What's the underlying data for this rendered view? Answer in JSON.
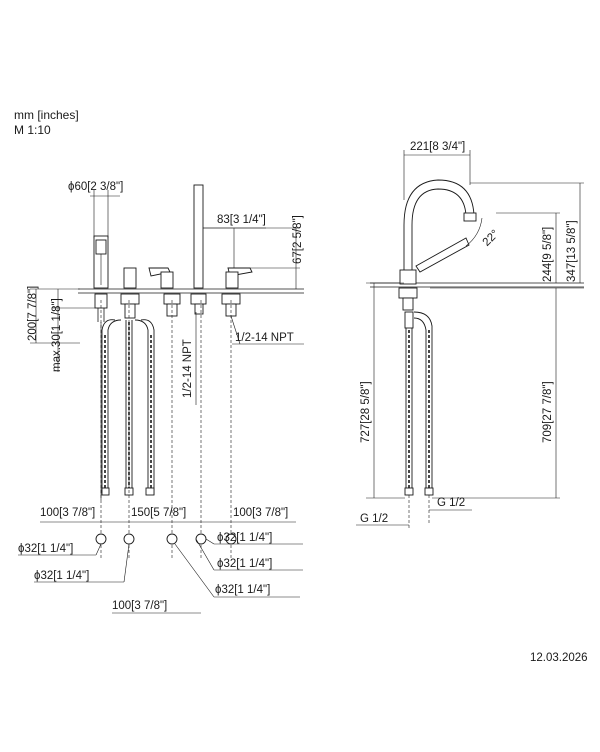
{
  "header": {
    "units": "mm [inches]",
    "scale": "M 1:10"
  },
  "footer": {
    "date": "12.03.2026"
  },
  "front_view": {
    "d60": "ϕ60[2 3/8\"]",
    "d83": "83[3 1/4\"]",
    "d67": "67[2 5/8\"]",
    "d200": "200[7 7/8\"]",
    "max30": "max.30[1 1/8\"]",
    "npt_vertical": "1/2-14 NPT",
    "npt_horizontal": "1/2-14 NPT",
    "d100_left": "100[3 7/8\"]",
    "d150": "150[5 7/8\"]",
    "d100_right": "100[3 7/8\"]",
    "phi32_a": "ϕ32[1 1/4\"]",
    "phi32_b": "ϕ32[1 1/4\"]",
    "phi32_c": "ϕ32[1 1/4\"]",
    "phi32_d": "ϕ32[1 1/4\"]",
    "d100_bottom": "100[3 7/8\"]",
    "phi32_e": "ϕ32[1 1/4\"]"
  },
  "side_view": {
    "d221": "221[8 3/4\"]",
    "angle": "22°",
    "d244": "244[9 5/8\"]",
    "d347": "347[13 5/8\"]",
    "d727": "727[28 5/8\"]",
    "d709": "709[27 7/8\"]",
    "g_left": "G 1/2",
    "g_right": "G 1/2"
  }
}
